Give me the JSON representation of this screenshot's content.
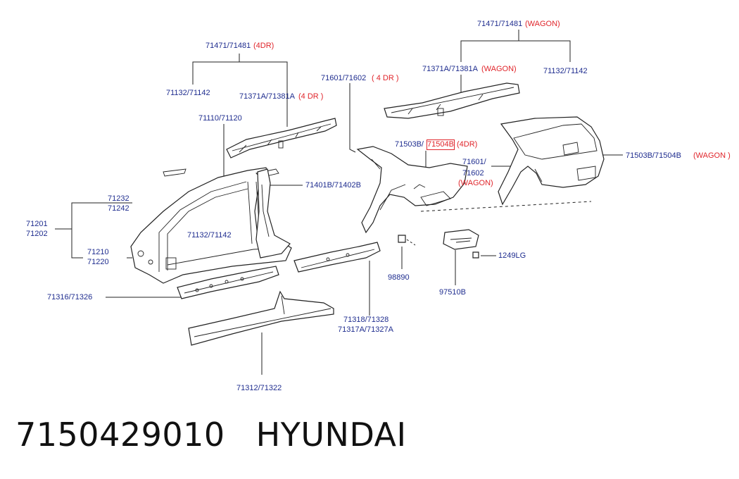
{
  "labels": {
    "l_71471_4dr": "71471/71481",
    "l_4dr_a": "(4DR)",
    "l_71132_left": "71132/71142",
    "l_71371a_left": "71371A/71381A",
    "l_4dr_b": "(4 DR )",
    "l_71110": "71110/71120",
    "l_71232": "71232",
    "l_71242": "71242",
    "l_71201": "71201",
    "l_71202": "71202",
    "l_71210": "71210",
    "l_71220": "71220",
    "l_71401b": "71401B/71402B",
    "l_71132_mid": "71132/71142",
    "l_71316": "71316/71326",
    "l_71318": "71318/71328",
    "l_71317a": "71317A/71327A",
    "l_71312": "71312/71322",
    "l_71601": "71601/71602",
    "l_4dr_c": "( 4 DR )",
    "l_71503b": "71503B/",
    "l_71504b_hl": "71504B",
    "l_4dr_d": "(4DR)",
    "l_98890": "98890",
    "l_97510b": "97510B",
    "l_1249lg": "1249LG",
    "l_71471_wagon": "71471/71481",
    "l_wagon_a": "(WAGON)",
    "l_71371a_wagon": "71371A/71381A",
    "l_wagon_b": "(WAGON)",
    "l_71132_right": "71132/71142",
    "l_71601_wagon": "71601/",
    "l_71602_wagon": "71602",
    "l_wagon_c": "(WAGON)",
    "l_71503b_wagon": "71503B/71504B",
    "l_wagon_d": "(WAGON )"
  },
  "footer": {
    "part_number": "7150429010",
    "brand": "HYUNDAI"
  },
  "colors": {
    "label_blue": "#1f2d8f",
    "variant_red": "#e0252b",
    "line": "#222222"
  }
}
